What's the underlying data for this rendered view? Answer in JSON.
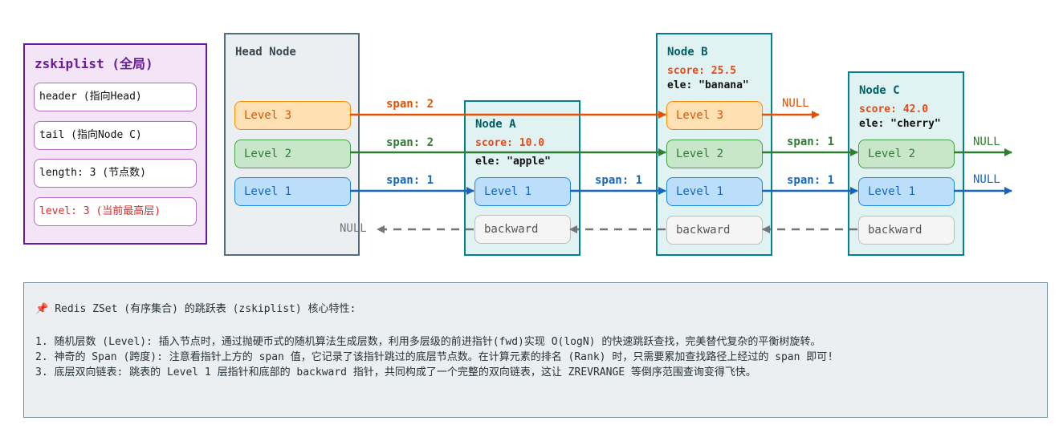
{
  "zskiplist": {
    "title": "zskiplist (全局)",
    "fields": [
      {
        "text": "header (指向Head)",
        "highlight": false
      },
      {
        "text": "tail (指向Node C)",
        "highlight": false
      },
      {
        "text": "length: 3 (节点数)",
        "highlight": false
      },
      {
        "text": "level: 3 (当前最高层)",
        "highlight": true
      }
    ]
  },
  "head_node": {
    "title": "Head Node",
    "levels": [
      "Level 3",
      "Level 2",
      "Level 1"
    ]
  },
  "nodes": [
    {
      "title": "Node A",
      "score": "score: 10.0",
      "ele": "ele: \"apple\"",
      "levels": [
        "Level 1"
      ],
      "backward": "backward"
    },
    {
      "title": "Node B",
      "score": "score: 25.5",
      "ele": "ele: \"banana\"",
      "levels": [
        "Level 3",
        "Level 2",
        "Level 1"
      ],
      "backward": "backward"
    },
    {
      "title": "Node C",
      "score": "score: 42.0",
      "ele": "ele: \"cherry\"",
      "levels": [
        "Level 2",
        "Level 1"
      ],
      "backward": "backward"
    }
  ],
  "pointers": {
    "head_l3_span": "span: 2",
    "head_l2_span": "span: 2",
    "head_l1_span": "span: 1",
    "a_l1_span": "span: 1",
    "b_l2_span": "span: 1",
    "b_l1_span": "span: 1",
    "b_l3_null": "NULL",
    "c_l2_null": "NULL",
    "c_l1_null": "NULL",
    "backward_null": "NULL"
  },
  "colors": {
    "level3": "#e65100",
    "level2": "#2e7d32",
    "level1": "#1565c0",
    "backward": "#757575"
  },
  "notes": {
    "icon": "pushpin-icon",
    "heading": "Redis ZSet (有序集合) 的跳跃表 (zskiplist) 核心特性:",
    "items": [
      "1. 随机层数 (Level): 插入节点时，通过抛硬币式的随机算法生成层数，利用多层级的前进指针(fwd)实现 O(logN) 的快速跳跃查找，完美替代复杂的平衡树旋转。",
      "2. 神奇的 Span (跨度): 注意看指针上方的 span 值，它记录了该指针跳过的底层节点数。在计算元素的排名 (Rank) 时，只需要累加查找路径上经过的 span 即可!",
      "3. 底层双向链表: 跳表的 Level 1 层指针和底部的 backward 指针，共同构成了一个完整的双向链表，这让 ZREVRANGE 等倒序范围查询变得飞快。"
    ]
  }
}
